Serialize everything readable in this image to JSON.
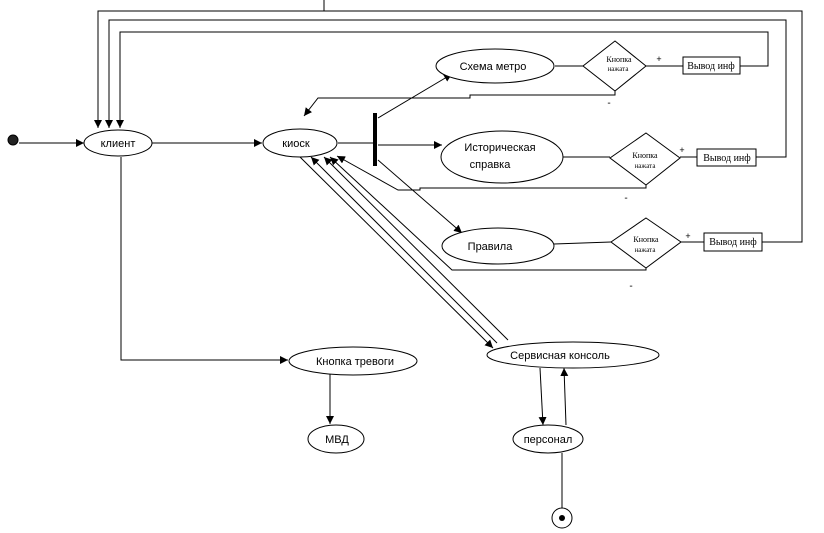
{
  "nodes": {
    "client": "клиент",
    "kiosk": "киоск",
    "metro_map": "Схема метро",
    "history_line1": "Историческая",
    "history_line2": "справка",
    "rules": "Правила",
    "alarm_button": "Кнопка тревоги",
    "mvd": "МВД",
    "service_console": "Сервисная консоль",
    "staff": "персонал"
  },
  "decisions": [
    {
      "line1": "Кнопка",
      "line2": "нажата",
      "yes": "+",
      "no": "-"
    },
    {
      "line1": "Кнопка",
      "line2": "нажата",
      "yes": "+",
      "no": "-"
    },
    {
      "line1": "Кнопка",
      "line2": "нажата",
      "yes": "+",
      "no": "-"
    }
  ],
  "outputs": [
    {
      "label": "Вывод инф"
    },
    {
      "label": "Вывод инф"
    },
    {
      "label": "Вывод инф"
    }
  ]
}
